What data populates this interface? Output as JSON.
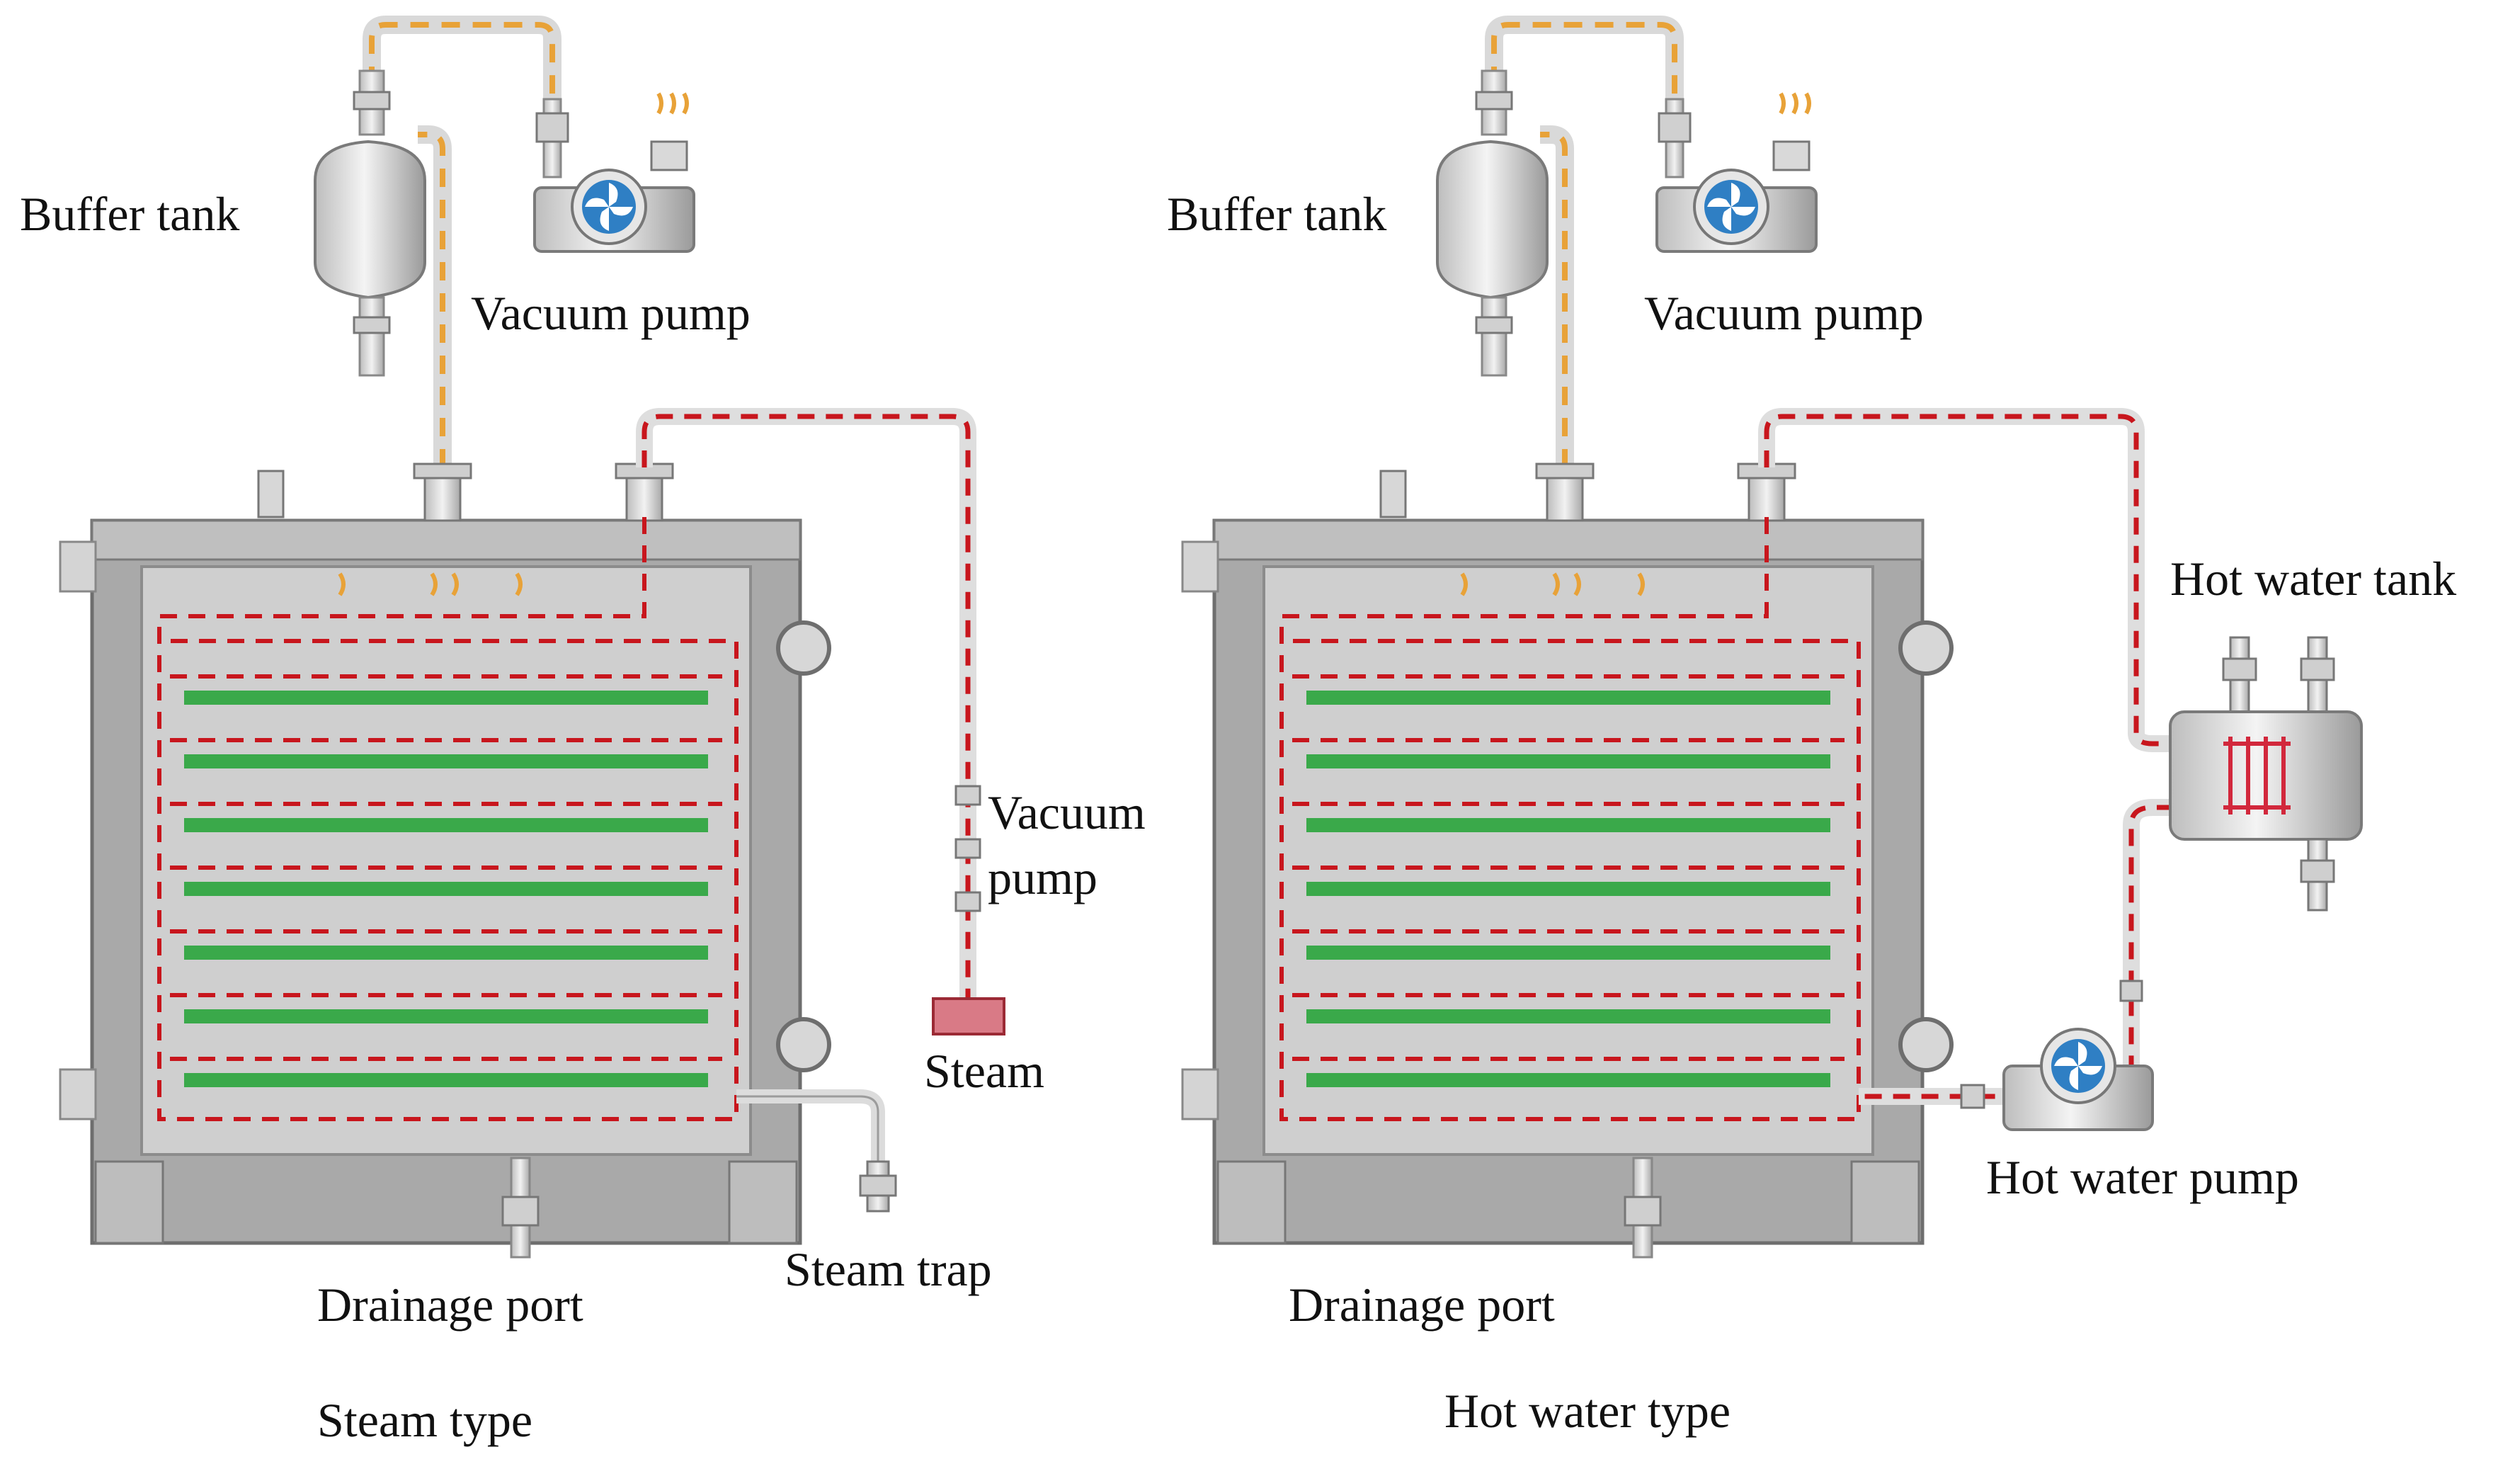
{
  "colors": {
    "chamber": "#a9a9a9",
    "chamber_dark": "#8c8c8c",
    "chamber_inner": "#cfcfcf",
    "shelf": "#3aa94a",
    "hot_line": "#c8161d",
    "vacuum_line": "#e8a238",
    "pump_blue": "#2f7fc4"
  },
  "steam_type": {
    "caption": "Steam type",
    "labels": {
      "buffer_tank": "Buffer tank",
      "vacuum_pump_top": "Vacuum pump",
      "vacuum_pump_side_line1": "Vacuum",
      "vacuum_pump_side_line2": "pump",
      "steam": "Steam",
      "steam_trap": "Steam trap",
      "drainage_port": "Drainage port"
    }
  },
  "hot_water_type": {
    "caption": "Hot water type",
    "labels": {
      "buffer_tank": "Buffer tank",
      "vacuum_pump_top": "Vacuum pump",
      "hot_water_tank": "Hot water tank",
      "hot_water_pump": "Hot water pump",
      "drainage_port": "Drainage port"
    }
  }
}
